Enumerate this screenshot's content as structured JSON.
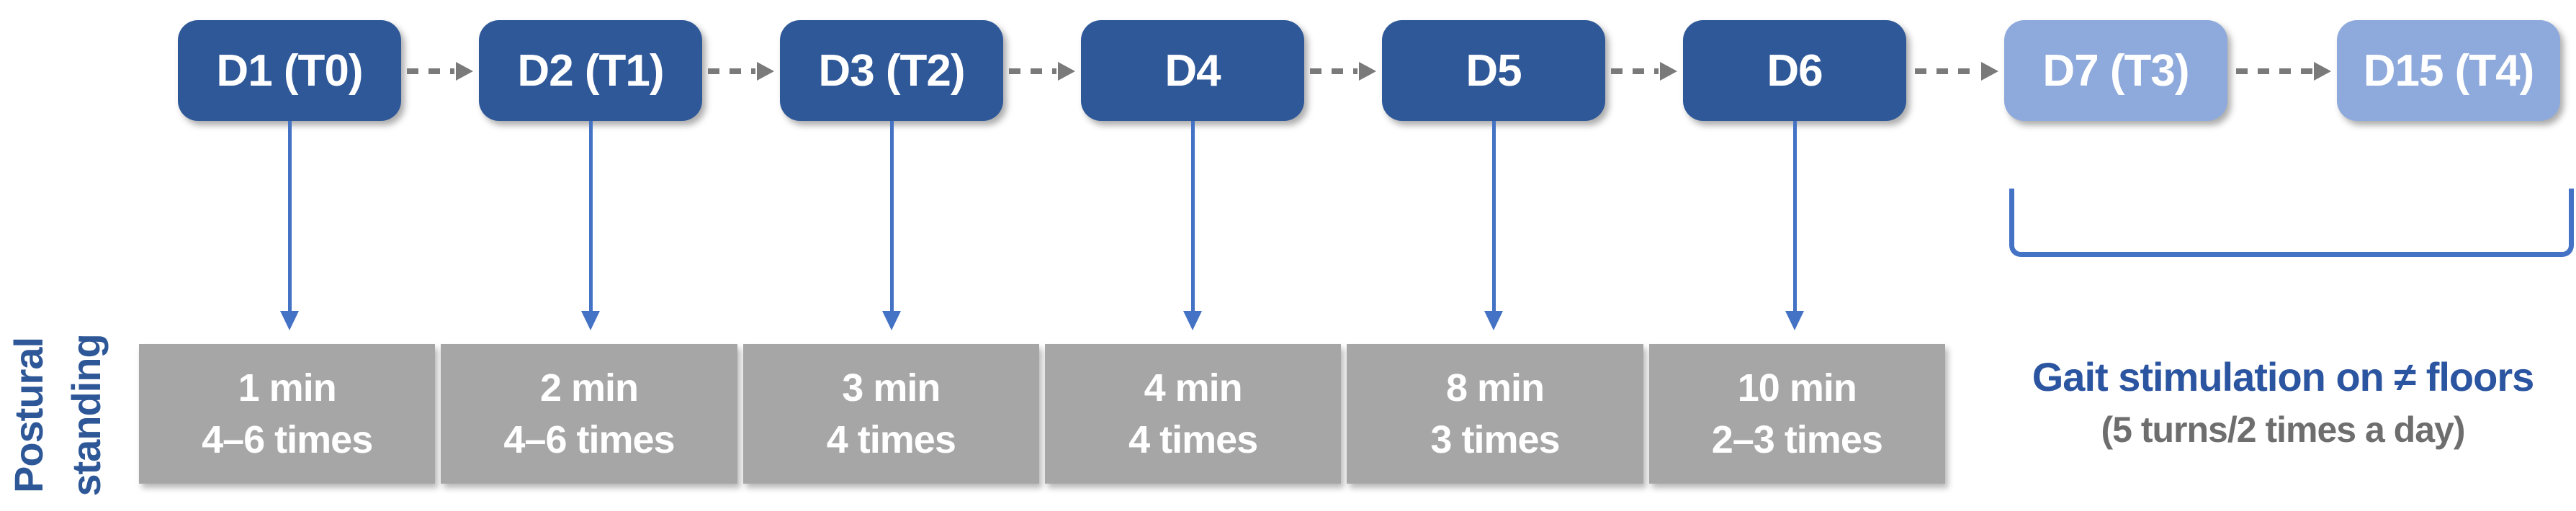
{
  "timeline": {
    "boxes": [
      {
        "label": "D1 (T0)",
        "variant": "dark"
      },
      {
        "label": "D2 (T1)",
        "variant": "dark"
      },
      {
        "label": "D3 (T2)",
        "variant": "dark"
      },
      {
        "label": "D4",
        "variant": "dark"
      },
      {
        "label": "D5",
        "variant": "dark"
      },
      {
        "label": "D6",
        "variant": "dark"
      },
      {
        "label": "D7 (T3)",
        "variant": "light"
      },
      {
        "label": "D15 (T4)",
        "variant": "light"
      }
    ]
  },
  "postural": {
    "row_label_line1": "Postural",
    "row_label_line2": "standing",
    "cells": [
      {
        "line1": "1 min",
        "line2": "4–6 times"
      },
      {
        "line1": "2 min",
        "line2": "4–6 times"
      },
      {
        "line1": "3 min",
        "line2": "4 times"
      },
      {
        "line1": "4 min",
        "line2": "4 times"
      },
      {
        "line1": "8 min",
        "line2": "3 times"
      },
      {
        "line1": "10 min",
        "line2": "2–3 times"
      }
    ]
  },
  "gait": {
    "line1": "Gait stimulation on ≠ floors",
    "line2": "(5 turns/2 times a day)"
  },
  "icons": {
    "dashed_arrow": "dashed-arrow-right",
    "down_arrow": "arrow-down",
    "bracket": "grouping-bracket"
  },
  "colors": {
    "dark_box_blue": "#2F5898",
    "light_box_blue": "#8EA9DB",
    "arrow_blue": "#4472C4",
    "connector_gray": "#7A7A7A",
    "cell_gray": "#A6A6A6",
    "label_navy": "#2E5797",
    "gait_title_blue": "#2B55A0",
    "gait_subtitle_gray": "#6E6E6E",
    "background": "#FFFFFF"
  }
}
